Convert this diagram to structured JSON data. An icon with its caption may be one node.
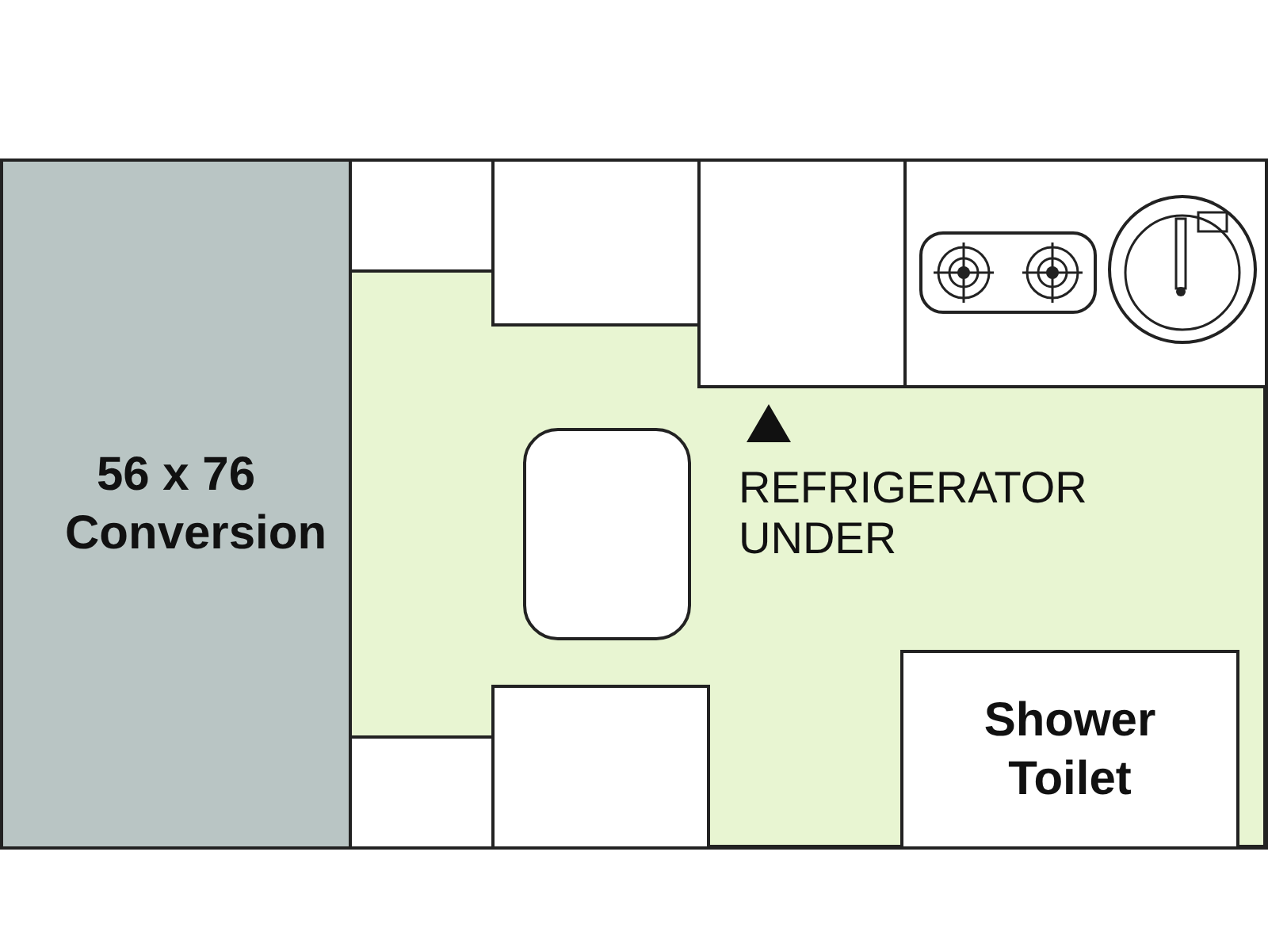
{
  "diagram": {
    "nodes": [
      {
        "text": [
          "56 x 76 Conversion"
        ]
      },
      {
        "text": [],
        "shape": "box"
      },
      {
        "text": [],
        "shape": "box"
      },
      {
        "text": [],
        "shape": "box"
      },
      {
        "text": [],
        "shape": "box"
      },
      {
        "text": [],
        "shape": "box"
      },
      {
        "text": [],
        "shape": "box"
      },
      {
        "text": [],
        "shape": "box"
      },
      {
        "text": [
          "Shower Toilet"
        ]
      }
    ],
    "edges": [],
    "labels": [
      "REFRIGERATOR UNDER"
    ]
  }
}
